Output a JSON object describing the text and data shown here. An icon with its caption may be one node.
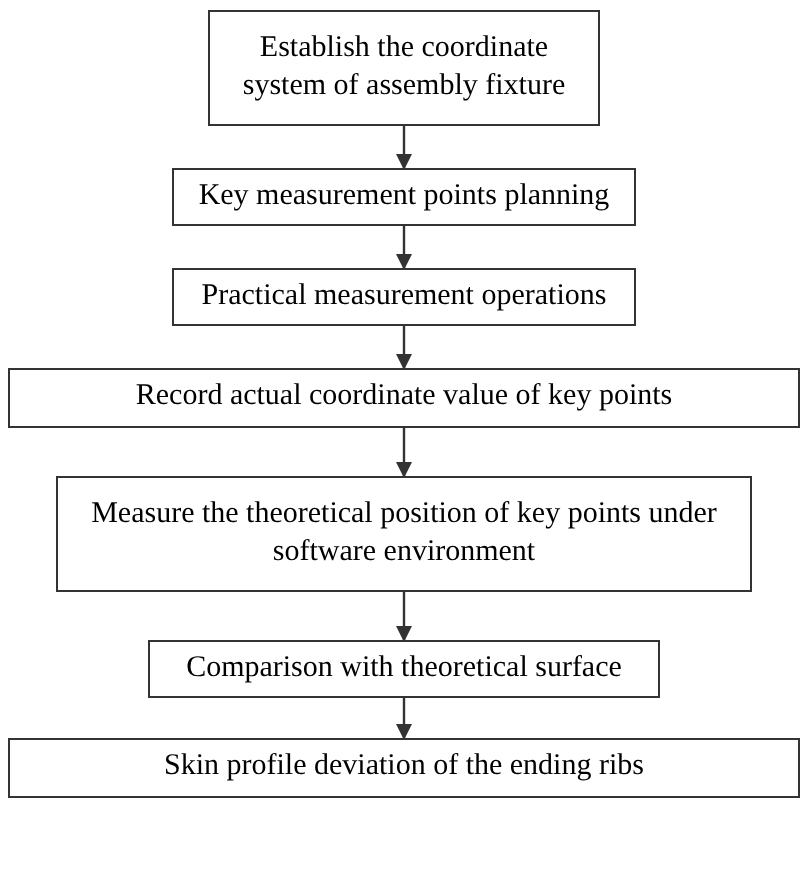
{
  "diagram": {
    "nodes": [
      {
        "text": [
          "Establish the coordinate system of assembly fixture"
        ]
      },
      {
        "text": [
          "Key measurement points planning"
        ]
      },
      {
        "text": [
          "Practical measurement operations"
        ]
      },
      {
        "text": [
          "Record actual coordinate value of key points"
        ]
      },
      {
        "text": [
          "Measure the theoretical position of key points under software environment"
        ]
      },
      {
        "text": [
          "Comparison with theoretical surface"
        ]
      },
      {
        "text": [
          "Skin profile deviation of the ending ribs"
        ]
      }
    ],
    "edges": [
      {
        "from": 0,
        "to": 1,
        "arrow": "to"
      },
      {
        "from": 1,
        "to": 2,
        "arrow": "to"
      },
      {
        "from": 2,
        "to": 3,
        "arrow": "to"
      },
      {
        "from": 3,
        "to": 4,
        "arrow": "to"
      },
      {
        "from": 4,
        "to": 5,
        "arrow": "to"
      },
      {
        "from": 5,
        "to": 6,
        "arrow": "to"
      }
    ]
  }
}
